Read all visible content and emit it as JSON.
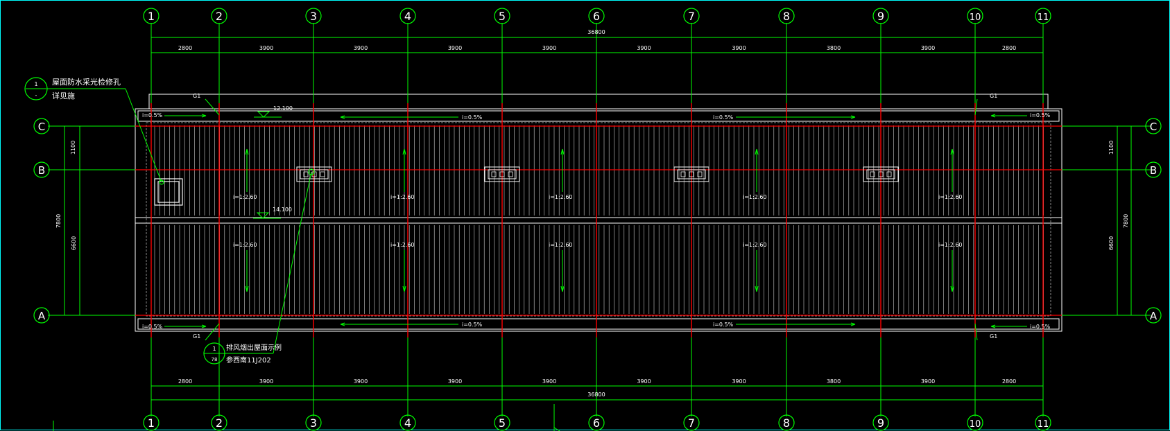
{
  "colors": {
    "background": "#000000",
    "grid_line": "#00ff00",
    "axis_red": "#ff0000",
    "outline": "#ffffff",
    "viewport_border": "#00ffff"
  },
  "axes_x": [
    "1",
    "2",
    "3",
    "4",
    "5",
    "6",
    "7",
    "8",
    "9",
    "10",
    "11"
  ],
  "axes_y": [
    "C",
    "B",
    "A"
  ],
  "bay_dims": [
    "2800",
    "3900",
    "3900",
    "3900",
    "3900",
    "3900",
    "3900",
    "3800",
    "3900",
    "2800"
  ],
  "total_dim": "36800",
  "left_dims": {
    "top_outer": "1100",
    "overall": "7800",
    "lower": "6600"
  },
  "right_dims": {
    "top_outer": "1100",
    "overall": "7800",
    "lower": "6600"
  },
  "labels": {
    "gutter": "G1",
    "slope_half": "i=0.5%",
    "slope_roof": "i=1:2.60",
    "elev_top": "12.100",
    "elev_mid": "14.100"
  },
  "callout_top": {
    "circle_top": "1",
    "circle_bottom": "-",
    "line1": "屋面防水采光检修孔",
    "line2": "详见施"
  },
  "callout_bottom": {
    "circle_top": "1",
    "circle_bottom": "78",
    "line1": "排风烟出屋面示例",
    "line2": "参西南11J202"
  }
}
